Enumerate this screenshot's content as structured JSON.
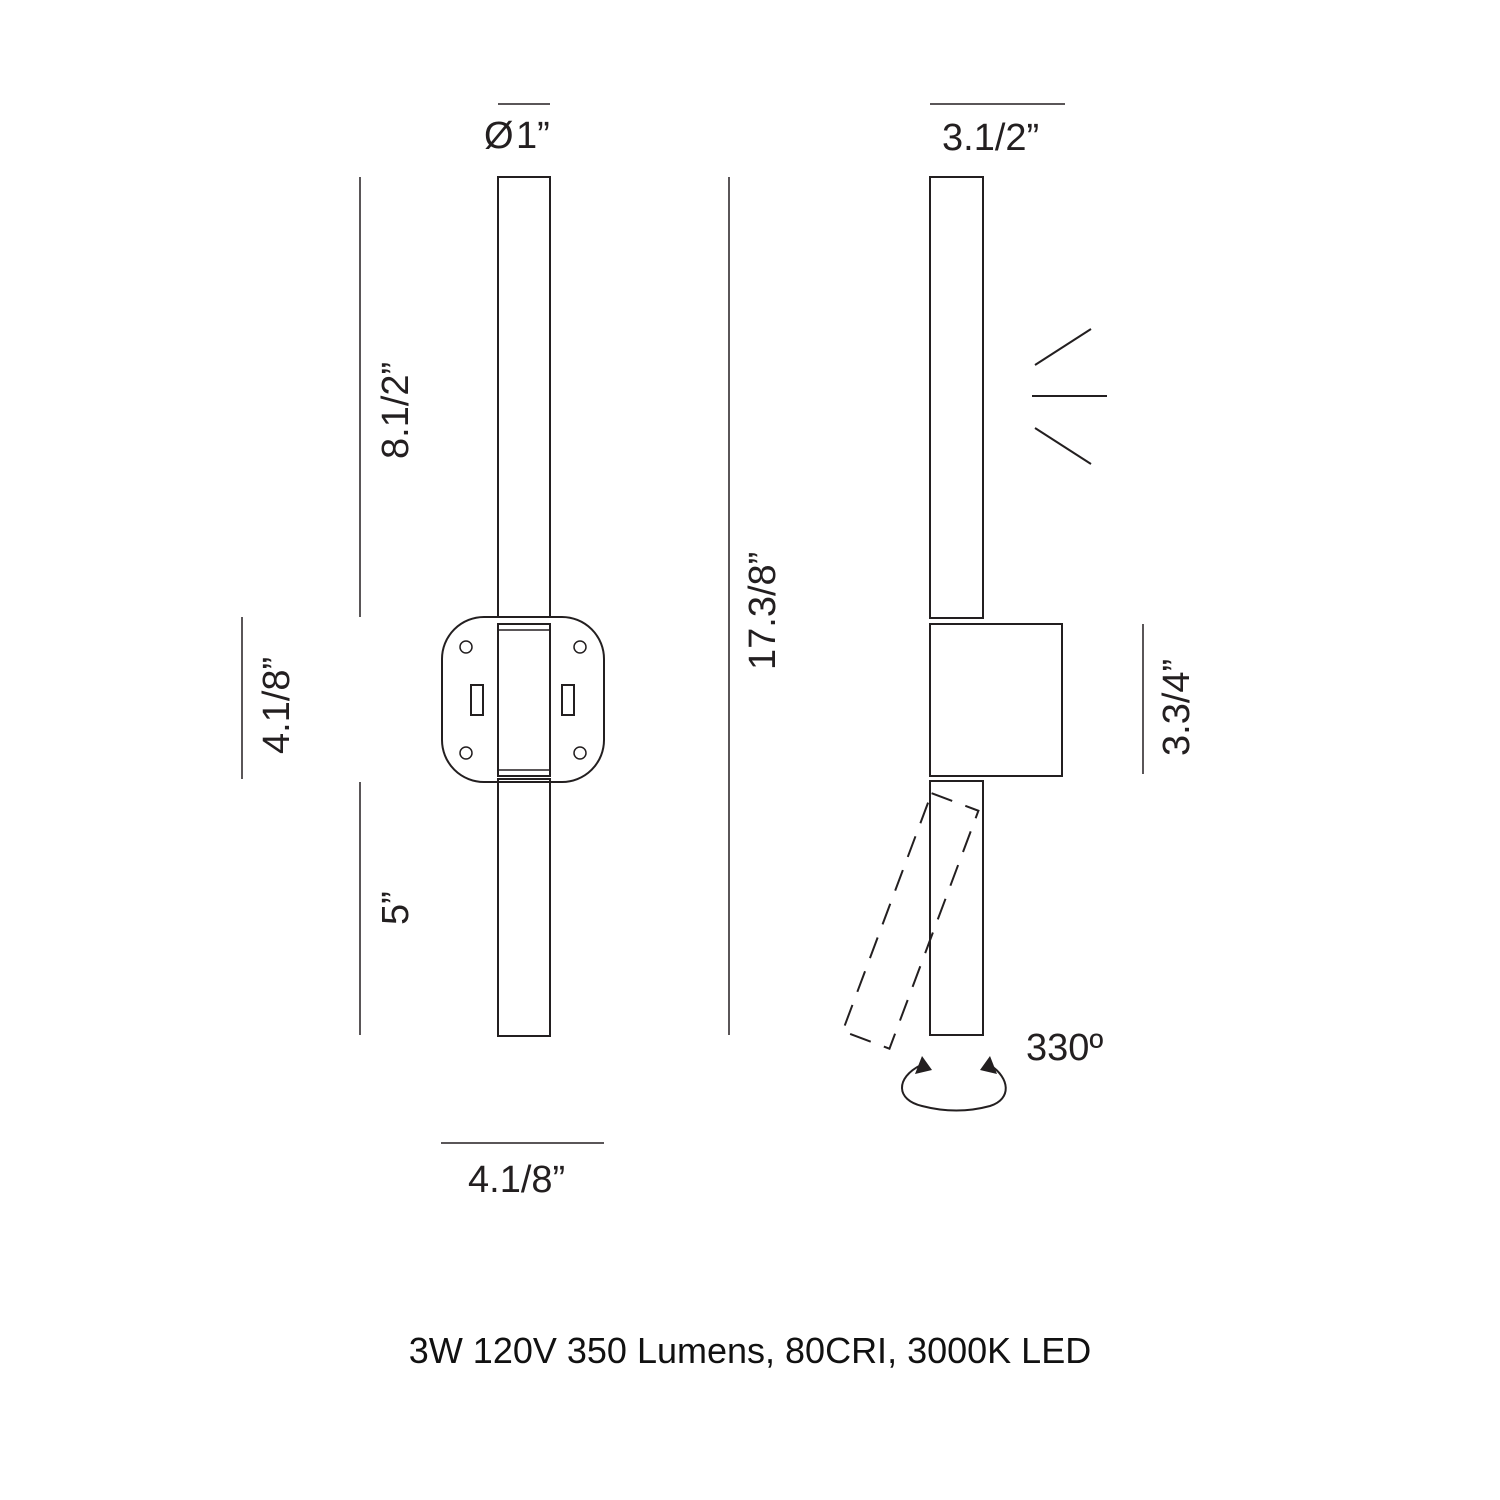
{
  "front_view": {
    "diameter_symbol": "Ø",
    "diameter_value": "1”",
    "upper_length": "8.1/2”",
    "lower_length": "5”",
    "plate_height": "4.1/8”",
    "plate_width": "4.1/8”"
  },
  "side_view": {
    "depth": "3.1/2”",
    "total_height": "17.3/8”",
    "body_height": "3.3/4”",
    "rotation": "330º"
  },
  "specs": "3W 120V 350 Lumens, 80CRI, 3000K LED"
}
